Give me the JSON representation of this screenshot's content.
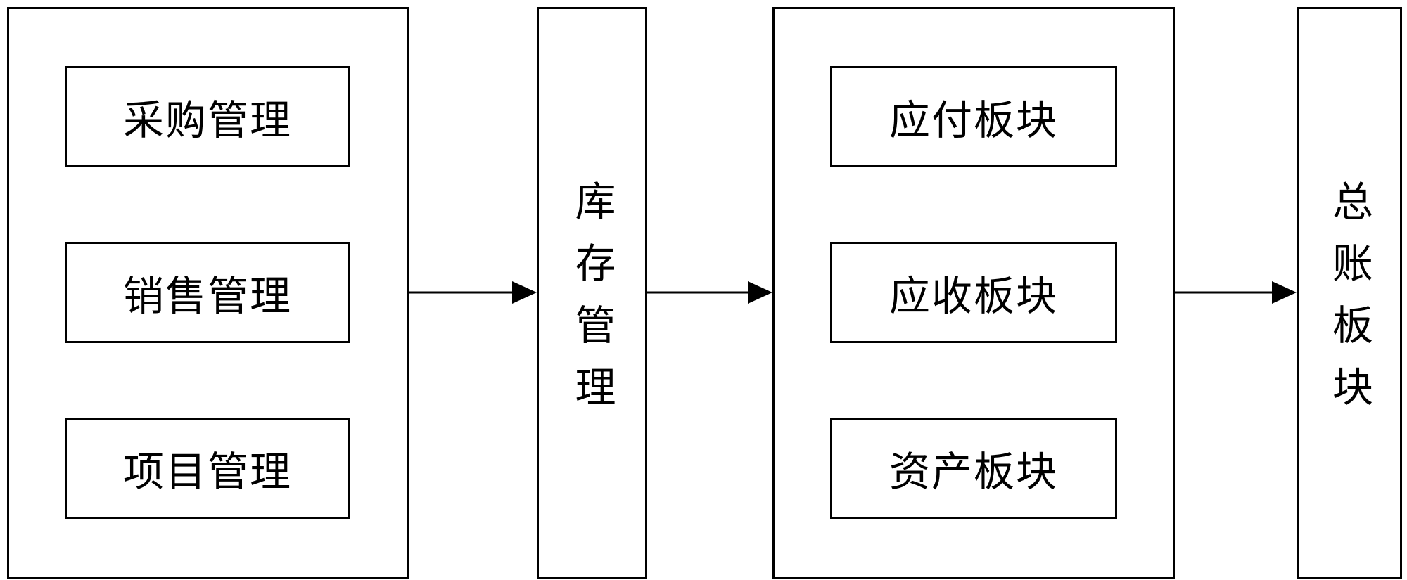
{
  "groups": {
    "business": {
      "items": [
        "采购管理",
        "销售管理",
        "项目管理"
      ]
    },
    "inventory": {
      "label": "库存管理",
      "chars": [
        "库",
        "存",
        "管",
        "理"
      ]
    },
    "finance": {
      "items": [
        "应付板块",
        "应收板块",
        "资产板块"
      ]
    },
    "ledger": {
      "label": "总账板块",
      "chars": [
        "总",
        "账",
        "板",
        "块"
      ]
    }
  },
  "edges": [
    {
      "from": "business",
      "to": "inventory"
    },
    {
      "from": "inventory",
      "to": "finance"
    },
    {
      "from": "finance",
      "to": "ledger"
    }
  ],
  "colors": {
    "stroke": "#000000",
    "background": "#ffffff"
  }
}
